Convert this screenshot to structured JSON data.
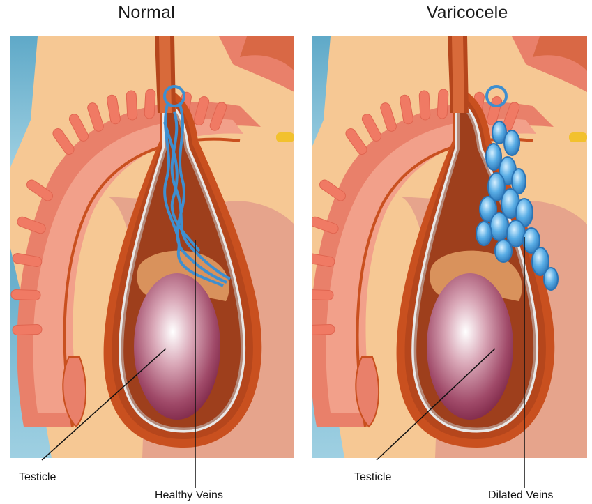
{
  "panels": [
    {
      "title": "Normal",
      "testicle_label": "Testicle",
      "veins_label": "Healthy Veins"
    },
    {
      "title": "Varicocele",
      "testicle_label": "Testicle",
      "veins_label": "Dilated Veins"
    }
  ],
  "colors": {
    "skin": "#f6c894",
    "background_blue": "#6fb6d3",
    "penis_pink": "#e9806a",
    "scrotum_wall": "#c9501f",
    "cord_brown": "#b5461c",
    "vein_blue": "#4a9fd8",
    "testicle_center": "#ffffff",
    "testicle_edge": "#8c2c4f"
  }
}
